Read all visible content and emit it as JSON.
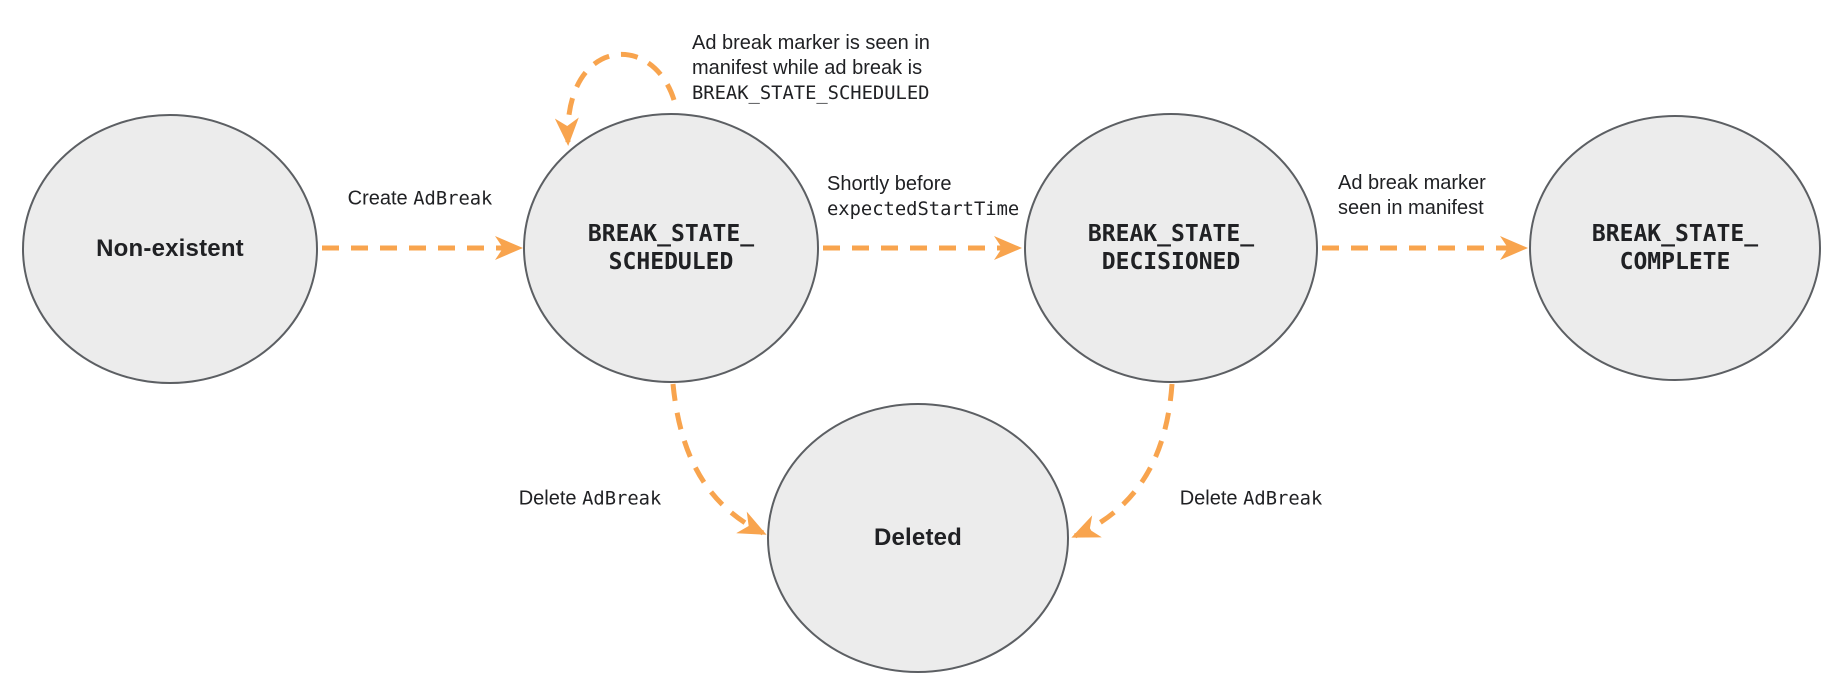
{
  "diagram": {
    "type": "state-machine",
    "colors": {
      "node_fill": "#ececec",
      "node_border": "#5c5f63",
      "arrow": "#f8a44e",
      "text": "#202124",
      "background": "#ffffff"
    },
    "nodes": [
      {
        "id": "non-existent",
        "mono": false,
        "lines": [
          "Non-existent"
        ]
      },
      {
        "id": "break-state-scheduled",
        "mono": true,
        "lines": [
          "BREAK_STATE_",
          "SCHEDULED"
        ]
      },
      {
        "id": "break-state-decisioned",
        "mono": true,
        "lines": [
          "BREAK_STATE_",
          "DECISIONED"
        ]
      },
      {
        "id": "break-state-complete",
        "mono": true,
        "lines": [
          "BREAK_STATE_",
          "COMPLETE"
        ]
      },
      {
        "id": "deleted",
        "mono": false,
        "lines": [
          "Deleted"
        ]
      }
    ],
    "edges": {
      "create": {
        "from": "non-existent",
        "to": "break-state-scheduled",
        "parts": [
          {
            "t": "Create ",
            "mono": false
          },
          {
            "t": "AdBreak",
            "mono": true
          }
        ]
      },
      "self_loop": {
        "from": "break-state-scheduled",
        "to": "break-state-scheduled",
        "lines": [
          [
            {
              "t": "Ad break marker is seen in",
              "mono": false
            }
          ],
          [
            {
              "t": "manifest while ad break is",
              "mono": false
            }
          ],
          [
            {
              "t": "BREAK_STATE_SCHEDULED",
              "mono": true
            }
          ]
        ]
      },
      "to_decisioned": {
        "from": "break-state-scheduled",
        "to": "break-state-decisioned",
        "lines": [
          [
            {
              "t": "Shortly before",
              "mono": false
            }
          ],
          [
            {
              "t": "expectedStartTime",
              "mono": true
            }
          ]
        ]
      },
      "to_complete": {
        "from": "break-state-decisioned",
        "to": "break-state-complete",
        "lines": [
          [
            {
              "t": "Ad break marker",
              "mono": false
            }
          ],
          [
            {
              "t": "seen in manifest",
              "mono": false
            }
          ]
        ]
      },
      "delete_from_scheduled": {
        "from": "break-state-scheduled",
        "to": "deleted",
        "parts": [
          {
            "t": "Delete ",
            "mono": false
          },
          {
            "t": "AdBreak",
            "mono": true
          }
        ]
      },
      "delete_from_decisioned": {
        "from": "break-state-decisioned",
        "to": "deleted",
        "parts": [
          {
            "t": "Delete ",
            "mono": false
          },
          {
            "t": "AdBreak",
            "mono": true
          }
        ]
      }
    }
  }
}
